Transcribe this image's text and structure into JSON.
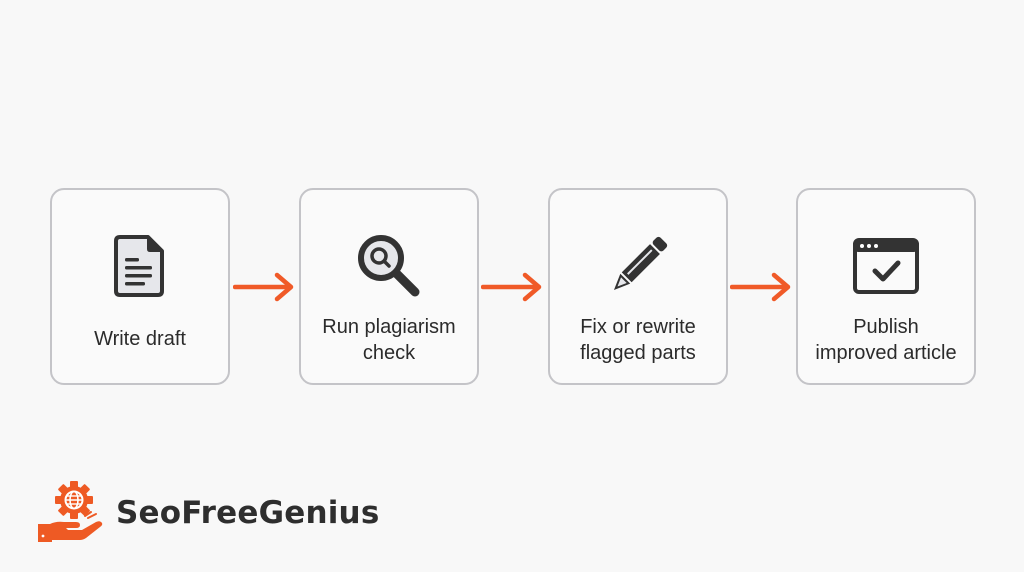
{
  "colors": {
    "background": "#f8f8f8",
    "box_border": "#c4c4c8",
    "icon_dark": "#333333",
    "icon_fill_light": "#e6e7eb",
    "arrow": "#f05a28",
    "brand_accent": "#ee5a24",
    "text": "#2b2b2b"
  },
  "steps": [
    {
      "label": "Write draft",
      "icon": "document-icon"
    },
    {
      "label": "Run plagiarism\ncheck",
      "line1": "Run plagiarism",
      "line2": "check",
      "icon": "magnifier-search-icon"
    },
    {
      "label": "Fix or rewrite\nflagged parts",
      "line1": "Fix or rewrite",
      "line2": "flagged parts",
      "icon": "pencil-icon"
    },
    {
      "label": "Publish\nimproved article",
      "line1": "Publish",
      "line2": "improved article",
      "icon": "browser-check-icon"
    }
  ],
  "arrows": [
    {
      "from": 0,
      "to": 1,
      "icon": "arrow-right-icon"
    },
    {
      "from": 1,
      "to": 2,
      "icon": "arrow-right-icon"
    },
    {
      "from": 2,
      "to": 3,
      "icon": "arrow-right-icon"
    }
  ],
  "brand": {
    "name": "SeoFreeGenius",
    "logo_icon": "hand-gear-globe-icon"
  }
}
